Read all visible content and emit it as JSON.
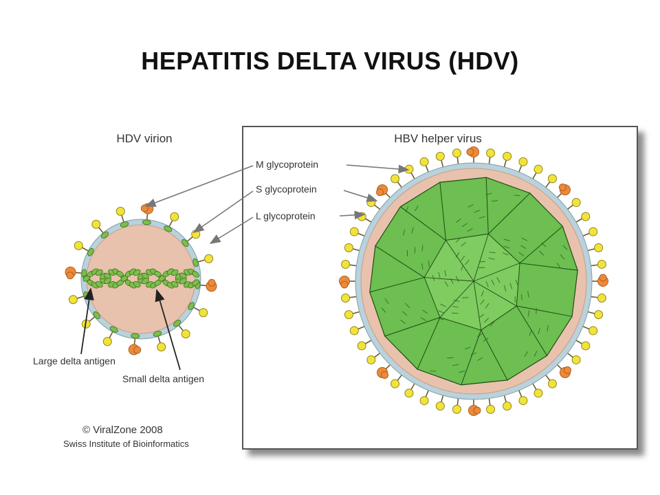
{
  "slide": {
    "title": "HEPATITIS DELTA VIRUS (HDV)"
  },
  "diagram": {
    "hdv_title": "HDV virion",
    "hbv_title": "HBV helper virus",
    "labels": {
      "m_glycoprotein": "M glycoprotein",
      "s_glycoprotein": "S glycoprotein",
      "l_glycoprotein": "L glycoprotein",
      "large_delta_antigen": "Large delta antigen",
      "small_delta_antigen": "Small delta antigen"
    },
    "credit": {
      "line1": "© ViralZone 2008",
      "line2": "Swiss Institute of Bioinformatics"
    },
    "colors": {
      "envelope": "#b9d2dc",
      "matrix": "#e8c2ac",
      "capsid": "#6cbf50",
      "s_protein": "#f2e33a",
      "l_protein": "#ec8a3a",
      "antigen": "#7cbf4a"
    }
  }
}
